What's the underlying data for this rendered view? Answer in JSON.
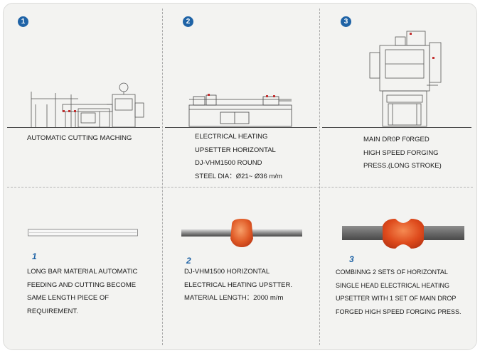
{
  "steps": [
    {
      "badge": "1",
      "machine_caption": [
        "AUTOMATIC CUTTING MACHING"
      ],
      "number": "1",
      "description": [
        "LONG BAR MATERIAL AUTOMATIC",
        "FEEDING AND CUTTING BECOME",
        "SAME LENGTH PIECE OF",
        "REQUIREMENT."
      ]
    },
    {
      "badge": "2",
      "machine_caption": [
        "ELECTRICAL HEATING",
        "UPSETTER HORIZONTAL",
        "DJ-VHM1500  ROUND",
        "STEEL DIA：Ø21~ Ø36 m/m"
      ],
      "number": "2",
      "description": [
        "DJ-VHM1500 HORIZONTAL",
        "ELECTRICAL HEATING UPSTTER.",
        "MATERIAL LENGTH：2000 m/m"
      ]
    },
    {
      "badge": "3",
      "machine_caption": [
        "MAIN DR0P F0RGED",
        "HIGH SPEED FORGING",
        "PRESS.(LONG STROKE)"
      ],
      "number": "3",
      "description": [
        "COMBINNG 2 SETS OF HORIZONTAL",
        "SINGLE HEAD ELECTRICAL HEATING",
        "UPSETTER WITH 1 SET OF MAIN DROP",
        "FORGED HIGH SPEED FORGING PRESS."
      ]
    }
  ],
  "colors": {
    "badge": "#1f63a6",
    "forged_part": "#d9481e",
    "card_background": "#f3f3f1"
  },
  "icons": [
    "cutting-machine-icon",
    "horizontal-upsetter-icon",
    "forging-press-icon",
    "steel-bar-icon",
    "upset-bar-icon",
    "forged-bar-icon"
  ]
}
